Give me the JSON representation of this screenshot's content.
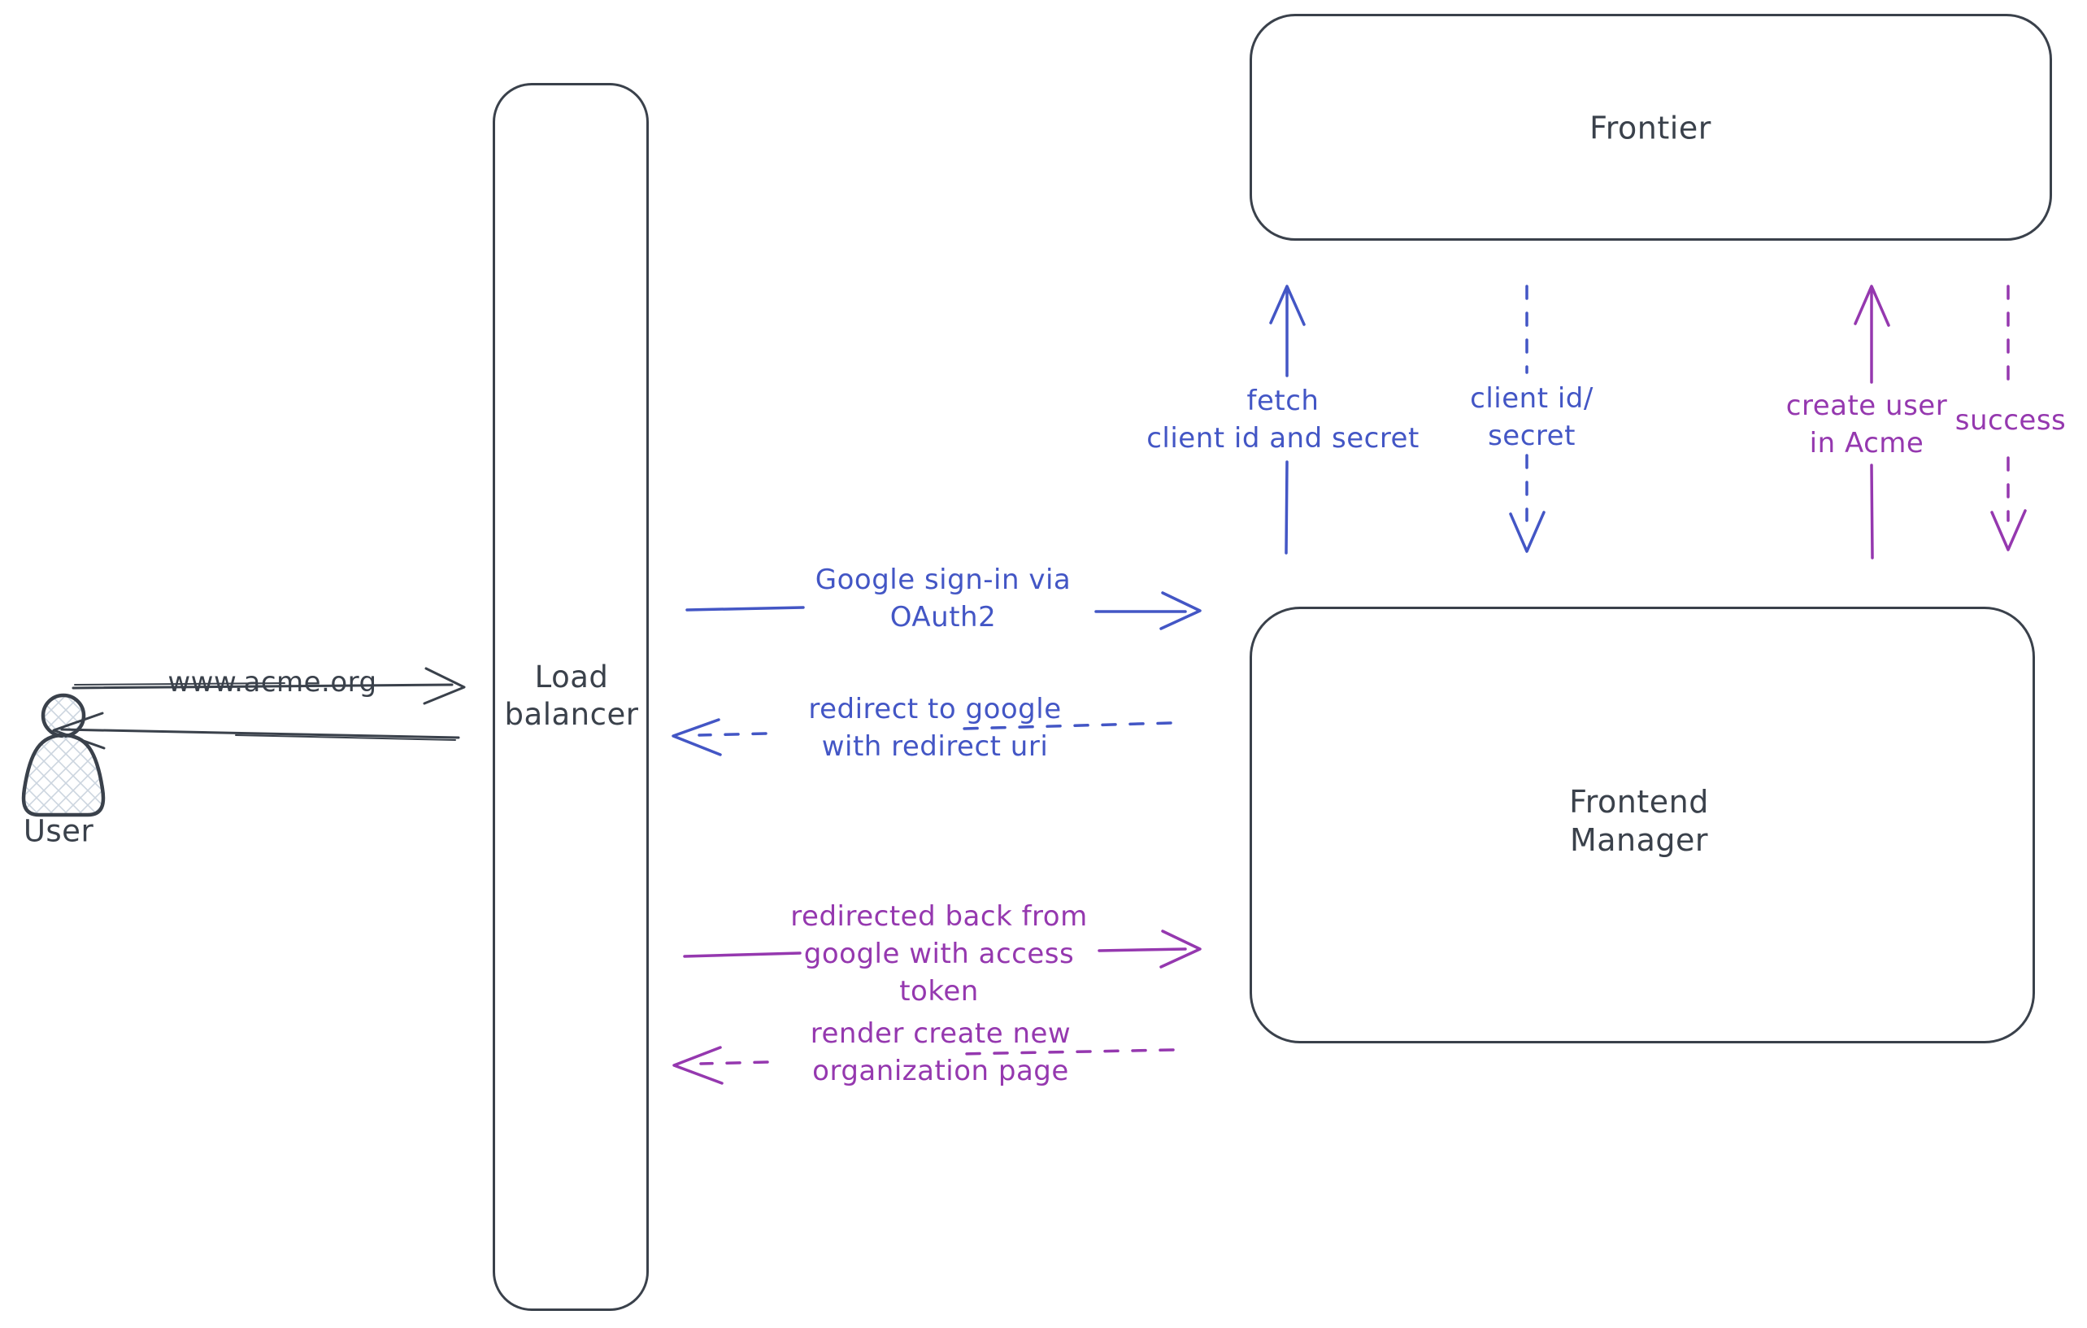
{
  "colors": {
    "ink": "#3a414b",
    "blue": "#4356c5",
    "purple": "#9538af",
    "hatch": "#ccd5df",
    "background": "#ffffff"
  },
  "nodes": {
    "user": {
      "label": "User"
    },
    "load_balancer": {
      "label": "Load\nbalancer"
    },
    "frontier": {
      "label": "Frontier"
    },
    "frontend_manager": {
      "label": "Frontend\nManager"
    }
  },
  "edges": {
    "www_acme": {
      "label": "www.acme.org",
      "from": "User",
      "to": "Load balancer",
      "style": "solid",
      "color": "ink"
    },
    "response_to_user": {
      "label": "",
      "from": "Load balancer",
      "to": "User",
      "style": "solid",
      "color": "ink"
    },
    "google_signin": {
      "label": "Google sign-in via\nOAuth2",
      "from": "Load balancer",
      "to": "Frontend Manager",
      "style": "solid",
      "color": "blue"
    },
    "redirect_google": {
      "label": "redirect to google\nwith redirect uri",
      "from": "Frontend Manager",
      "to": "Load balancer",
      "style": "dashed",
      "color": "blue"
    },
    "redirected_back": {
      "label": "redirected back from\ngoogle with access\ntoken",
      "from": "Load balancer",
      "to": "Frontend Manager",
      "style": "solid",
      "color": "purple"
    },
    "render_page": {
      "label": "render create new\norganization page",
      "from": "Frontend Manager",
      "to": "Load balancer",
      "style": "dashed",
      "color": "purple"
    },
    "fetch_secret": {
      "label": "fetch\nclient id and secret",
      "from": "Frontend Manager",
      "to": "Frontier",
      "style": "solid",
      "color": "blue"
    },
    "client_id_secret": {
      "label": "client id/\nsecret",
      "from": "Frontier",
      "to": "Frontend Manager",
      "style": "dashed",
      "color": "blue"
    },
    "create_user": {
      "label": "create user\nin Acme",
      "from": "Frontend Manager",
      "to": "Frontier",
      "style": "solid",
      "color": "purple"
    },
    "success": {
      "label": "success",
      "from": "Frontier",
      "to": "Frontend Manager",
      "style": "dashed",
      "color": "purple"
    }
  }
}
